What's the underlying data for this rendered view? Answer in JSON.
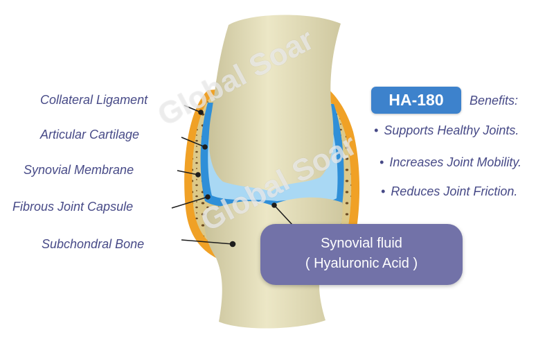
{
  "labels": {
    "collateral_ligament": "Collateral Ligament",
    "articular_cartilage": "Articular Cartilage",
    "synovial_membrane": "Synovial Membrane",
    "fibrous_joint_capsule": "Fibrous Joint Capsule",
    "subchondral_bone": "Subchondral Bone"
  },
  "benefits": {
    "badge": "HA-180",
    "heading": "Benefits:",
    "bullet": "•",
    "items": [
      "Supports Healthy Joints.",
      "Increases Joint Mobility.",
      "Reduces Joint Friction."
    ]
  },
  "callout": {
    "line1": "Synovial fluid",
    "line2": "( Hyaluronic Acid )"
  },
  "watermark": "Global Soar",
  "colors": {
    "label_text": "#474a87",
    "badge_bg": "#3d82cc",
    "callout_bg": "#7272a8",
    "bone": "#e4deb8",
    "capsule": "#f0a126",
    "synovial": "#2f8fd8",
    "spongy": "#d9c585"
  }
}
